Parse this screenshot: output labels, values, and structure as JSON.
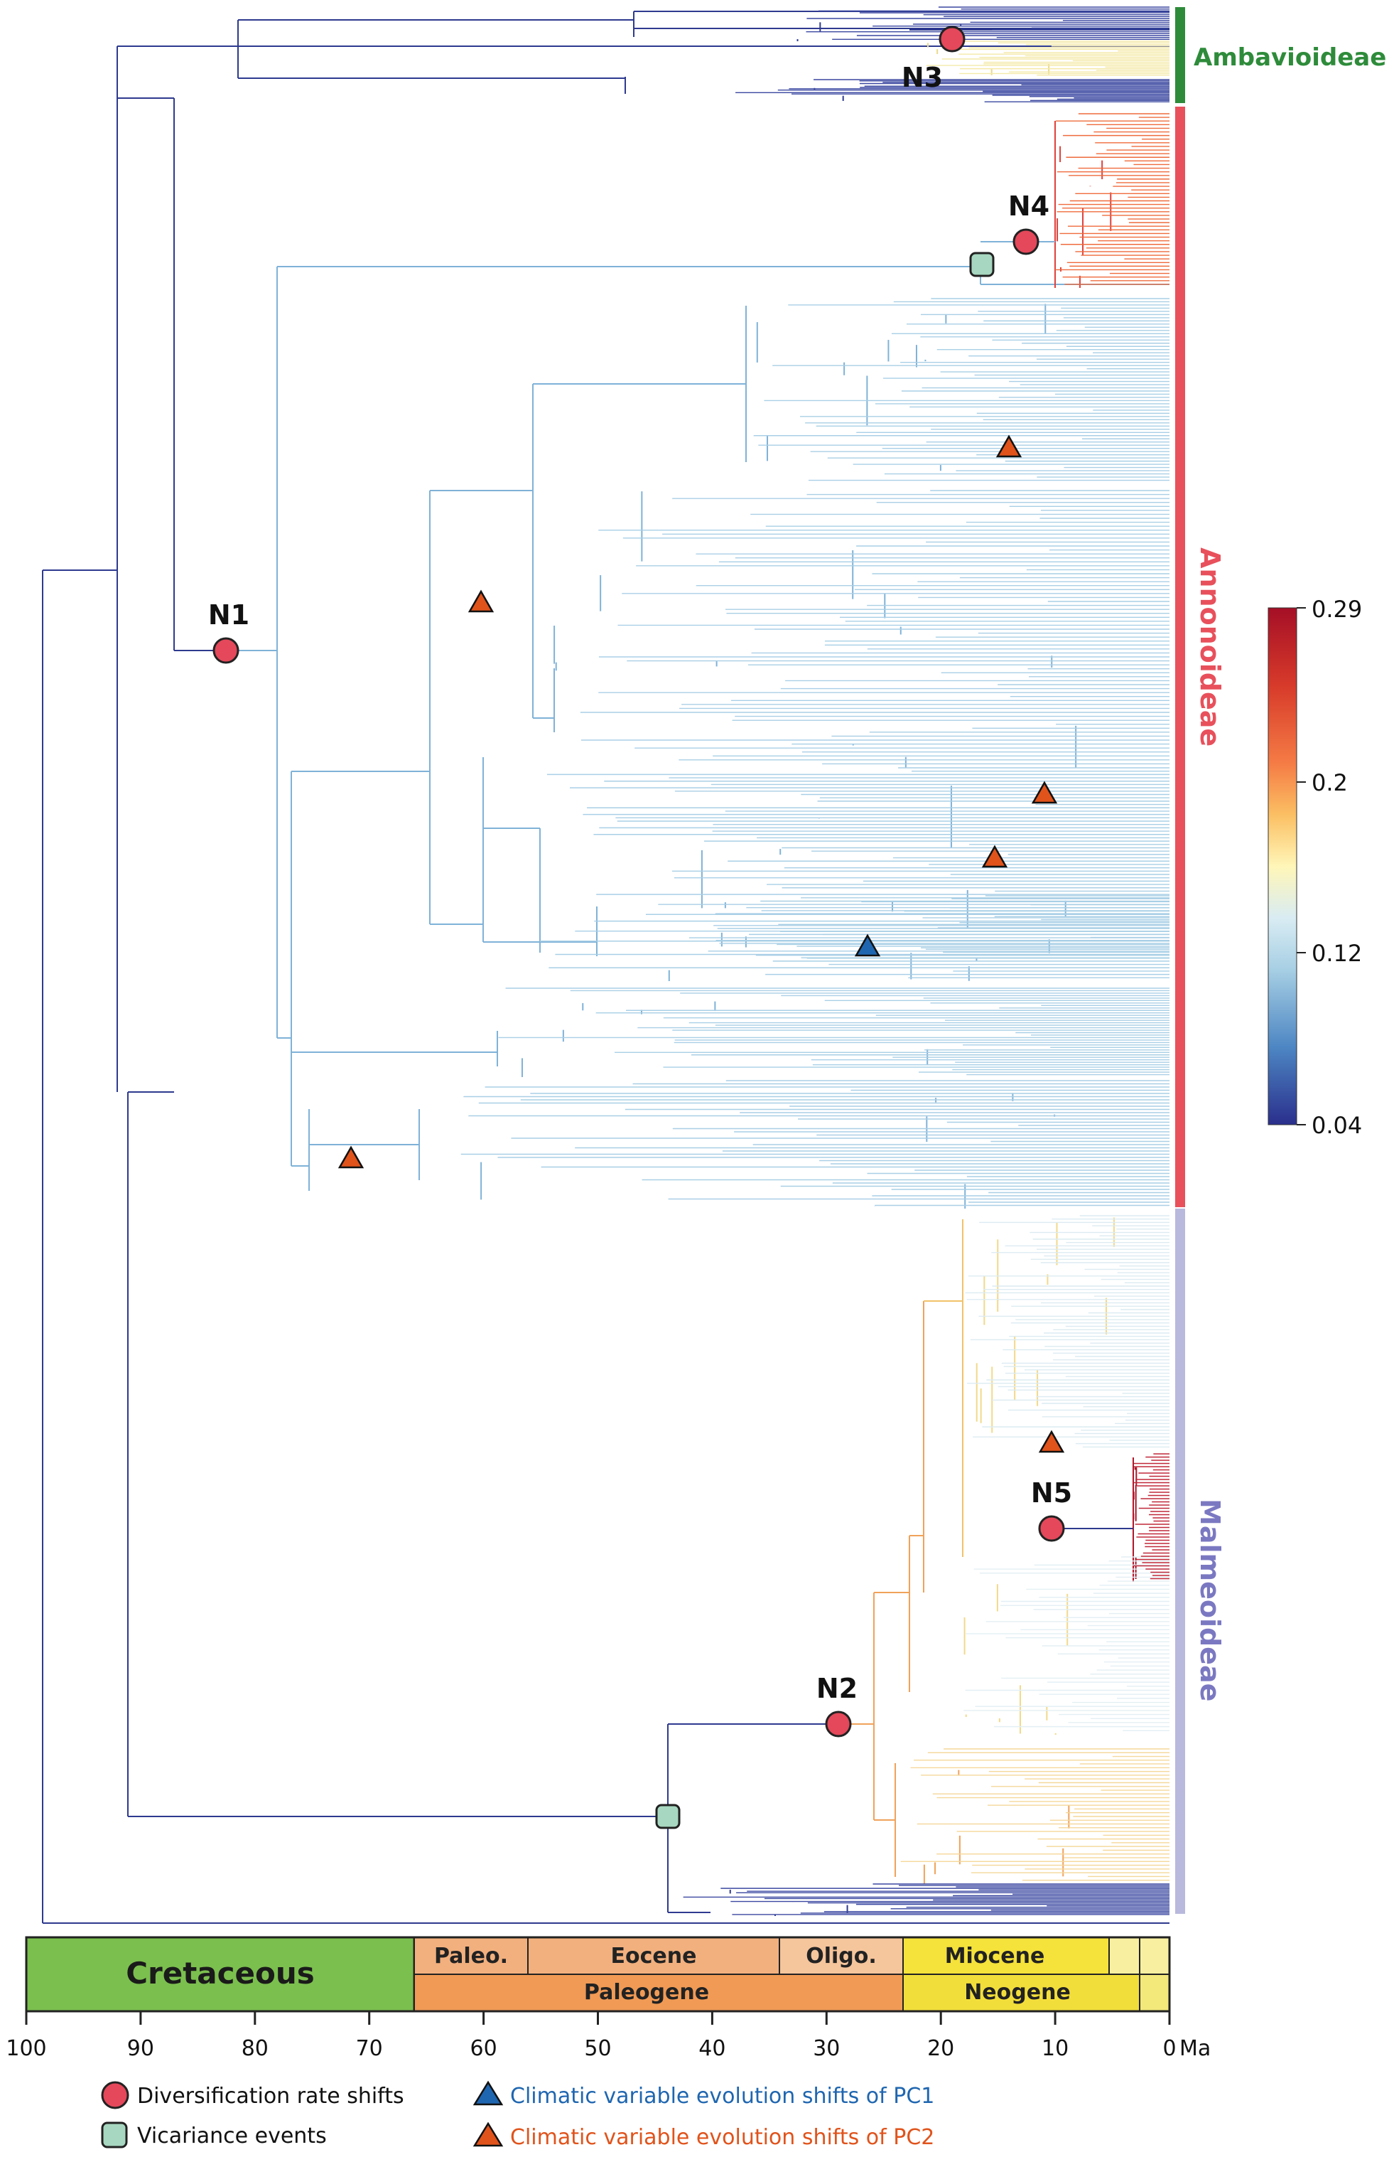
{
  "clades": [
    {
      "key": "ambavioideae",
      "label": "Ambavioideae",
      "color": "#2e8b3a"
    },
    {
      "key": "annonoideae",
      "label": "Annonoideae",
      "color": "#e8505b"
    },
    {
      "key": "malmeoideae",
      "label": "Malmeoideae",
      "color": "#7b78c2"
    }
  ],
  "nodes": [
    {
      "label": "N1",
      "type": "diversification",
      "age": 83
    },
    {
      "label": "N2",
      "type": "diversification",
      "age": 29
    },
    {
      "label": "N3",
      "type": "diversification",
      "age": 19
    },
    {
      "label": "N4",
      "type": "diversification",
      "age": 12.5
    },
    {
      "label": "N5",
      "type": "diversification",
      "age": 11
    }
  ],
  "colorbar": {
    "ticks": [
      "0.29",
      "0.2",
      "0.12",
      "0.04"
    ],
    "stops": [
      "#b2182b",
      "#ef8a62",
      "#f7dc6f",
      "#fffbd5",
      "#d1e5f0",
      "#6aa9d6",
      "#2b4a9c",
      "#28348d"
    ]
  },
  "timescale": {
    "axis_ticks": [
      "100",
      "90",
      "80",
      "70",
      "60",
      "50",
      "40",
      "30",
      "20",
      "10",
      "0"
    ],
    "unit": "Ma",
    "epochs": [
      {
        "label": "Paleo.",
        "from": 66,
        "to": 56,
        "color": "#f2b07e"
      },
      {
        "label": "Eocene",
        "from": 56,
        "to": 33.9,
        "color": "#f2b07e"
      },
      {
        "label": "Oligo.",
        "from": 33.9,
        "to": 23,
        "color": "#f5c59c"
      },
      {
        "label": "Miocene",
        "from": 23,
        "to": 5.3,
        "color": "#f5e23a"
      },
      {
        "label": "",
        "from": 5.3,
        "to": 2.6,
        "color": "#f8f0a0"
      },
      {
        "label": "",
        "from": 2.6,
        "to": 0,
        "color": "#f8f0a0"
      }
    ],
    "periods": [
      {
        "label": "Cretaceous",
        "from": 100,
        "to": 66,
        "color": "#7bbf4e"
      },
      {
        "label": "Paleogene",
        "from": 66,
        "to": 23,
        "color": "#f09a55"
      },
      {
        "label": "Neogene",
        "from": 23,
        "to": 2.6,
        "color": "#f2de3a"
      },
      {
        "label": "",
        "from": 2.6,
        "to": 0,
        "color": "#f3e87a"
      }
    ]
  },
  "legend": {
    "diversification": "Diversification rate shifts",
    "vicariance": "Vicariance events",
    "pc1": "Climatic variable evolution shifts of PC1",
    "pc2": "Climatic variable evolution shifts of PC2",
    "pc1_color": "#1f66b0",
    "pc2_color": "#e0531b"
  }
}
